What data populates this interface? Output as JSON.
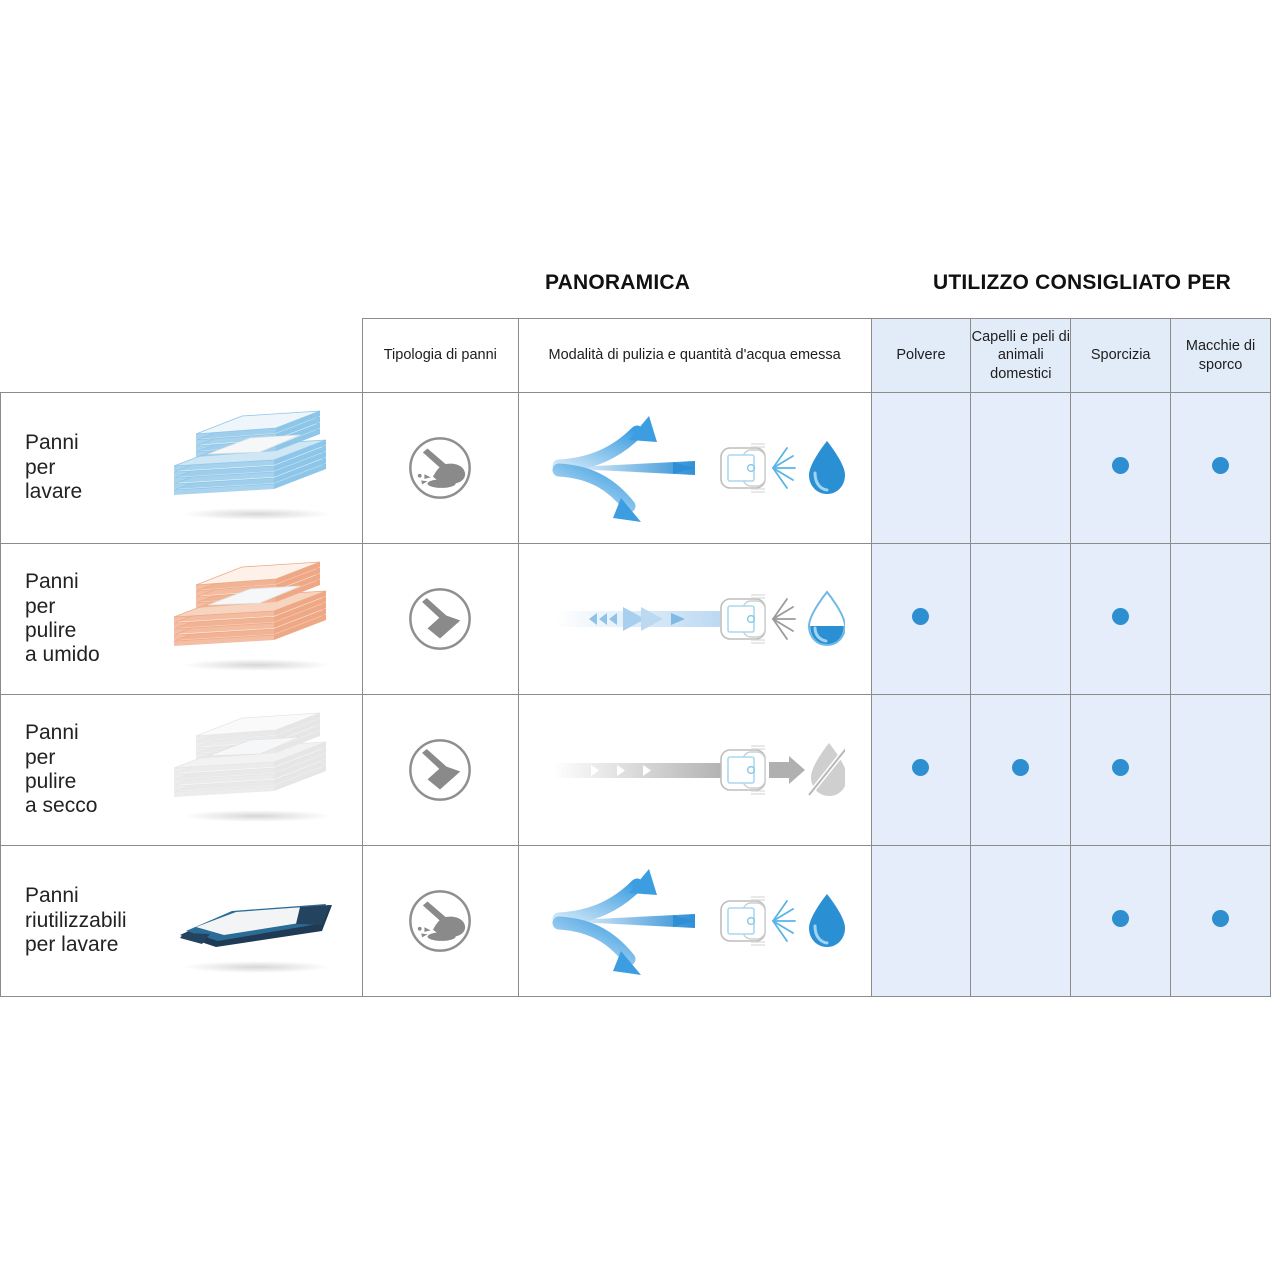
{
  "sections": {
    "overview_title": "PANORAMICA",
    "usage_title": "UTILIZZO CONSIGLIATO PER"
  },
  "table": {
    "headers": {
      "type": "Tipologia di panni",
      "mode": "Modalità di pulizia e quantità d'acqua emessa",
      "usage": [
        "Polvere",
        "Capelli e peli di animali domestici",
        "Sporcizia",
        "Macchie di sporco"
      ]
    },
    "rows": [
      {
        "label": "Panni\nper\nlavare",
        "cloth_art": "blue-cloth-stack",
        "type_icon": "wet-mop-splash-icon",
        "mode_icon": "three-way-spray-arrows",
        "water_icon": "full-water-drop",
        "water_level": "full",
        "usage": [
          false,
          false,
          true,
          true
        ]
      },
      {
        "label": "Panni\nper\npulire\na umido",
        "cloth_art": "orange-cloth-stack",
        "type_icon": "flat-mop-icon",
        "mode_icon": "single-straight-arrow",
        "water_icon": "half-water-drop",
        "water_level": "half",
        "usage": [
          true,
          false,
          true,
          false
        ]
      },
      {
        "label": "Panni\nper\npulire\na secco",
        "cloth_art": "white-cloth-stack",
        "type_icon": "flat-mop-icon",
        "mode_icon": "grey-through-arrow",
        "water_icon": "no-water-drop",
        "water_level": "none",
        "usage": [
          true,
          true,
          true,
          false
        ]
      },
      {
        "label": "Panni\nriutilizzabili\nper lavare",
        "cloth_art": "reusable-blue-pad",
        "type_icon": "wet-mop-splash-icon",
        "mode_icon": "three-way-spray-arrows",
        "water_icon": "full-water-drop",
        "water_level": "full",
        "usage": [
          false,
          false,
          true,
          true
        ]
      }
    ]
  },
  "colors": {
    "dot": "#2e8fd0",
    "usage_bg": "#e4edf9",
    "usage_header_bg": "#e2ecf9",
    "border": "#8c8c8c",
    "icon_grey": "#8c8c8c",
    "water_blue": "#2b8fd4",
    "arrow_blue": "#3d9ee0"
  }
}
